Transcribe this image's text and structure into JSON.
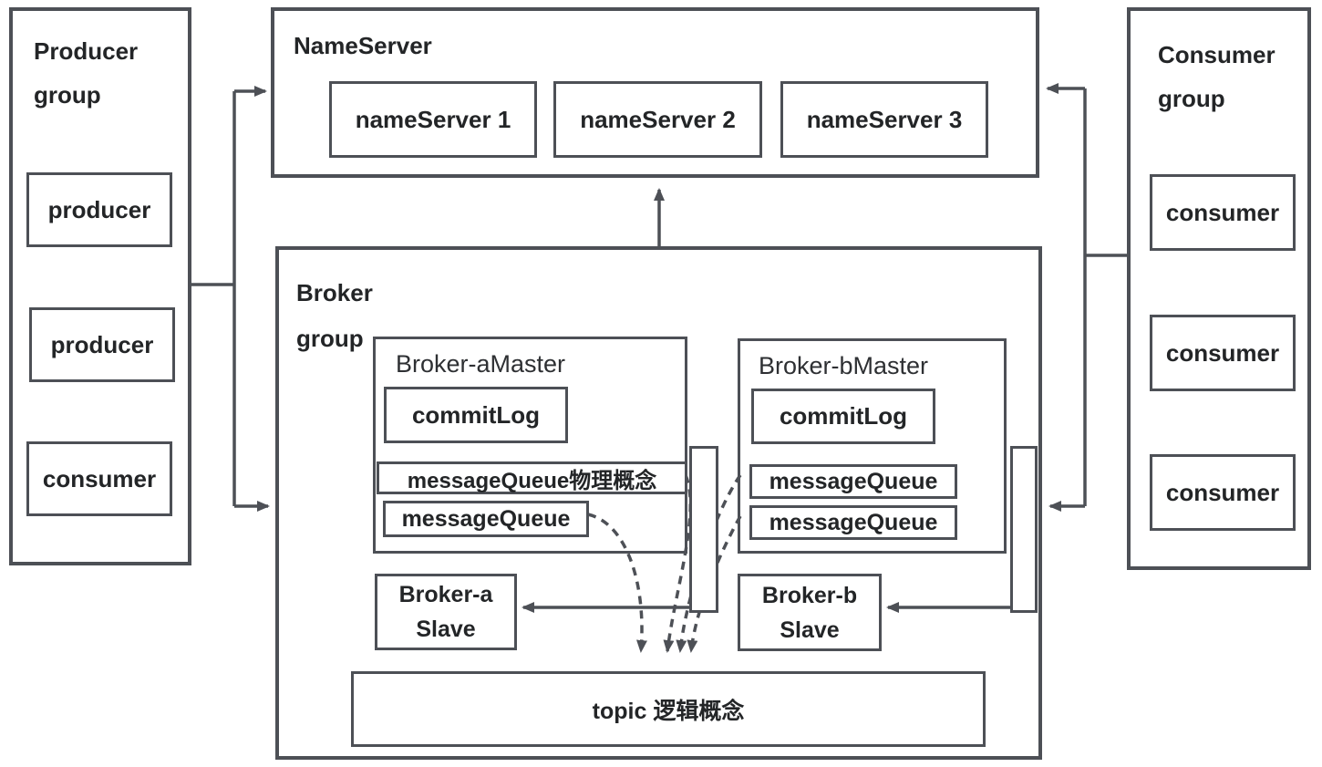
{
  "colors": {
    "stroke": "#4d5056",
    "text": "#232527",
    "bg": "#ffffff"
  },
  "producer_group": {
    "title": "Producer group",
    "items": [
      "producer",
      "producer",
      "consumer"
    ]
  },
  "nameserver": {
    "title": "NameServer",
    "nodes": [
      "nameServer 1",
      "nameServer 2",
      "nameServer 3"
    ]
  },
  "consumer_group": {
    "title": "Consumer group",
    "items": [
      "consumer",
      "consumer",
      "consumer"
    ]
  },
  "broker_group": {
    "title": "Broker group",
    "broker_a_master": {
      "title": "Broker-aMaster",
      "commit_log": "commitLog",
      "message_queues": [
        "messageQueue物理概念",
        "messageQueue"
      ]
    },
    "broker_b_master": {
      "title": "Broker-bMaster",
      "commit_log": "commitLog",
      "message_queues": [
        "messageQueue",
        "messageQueue"
      ]
    },
    "broker_a_slave": "Broker-a Slave",
    "broker_b_slave": "Broker-b Slave",
    "topic": "topic 逻辑概念"
  }
}
